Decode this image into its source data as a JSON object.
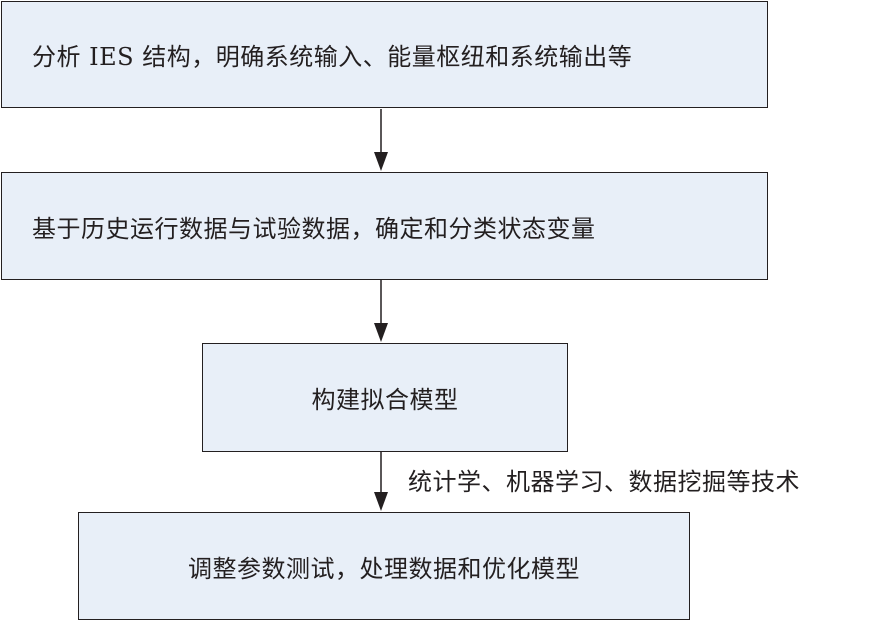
{
  "steps": [
    {
      "text": "分析 IES 结构，明确系统输入、能量枢纽和系统输出等"
    },
    {
      "text": "基于历史运行数据与试验数据，确定和分类状态变量"
    },
    {
      "text": "构建拟合模型"
    },
    {
      "text": "调整参数测试，处理数据和优化模型"
    }
  ],
  "arrow_label": "统计学、机器学习、数据挖掘等技术"
}
